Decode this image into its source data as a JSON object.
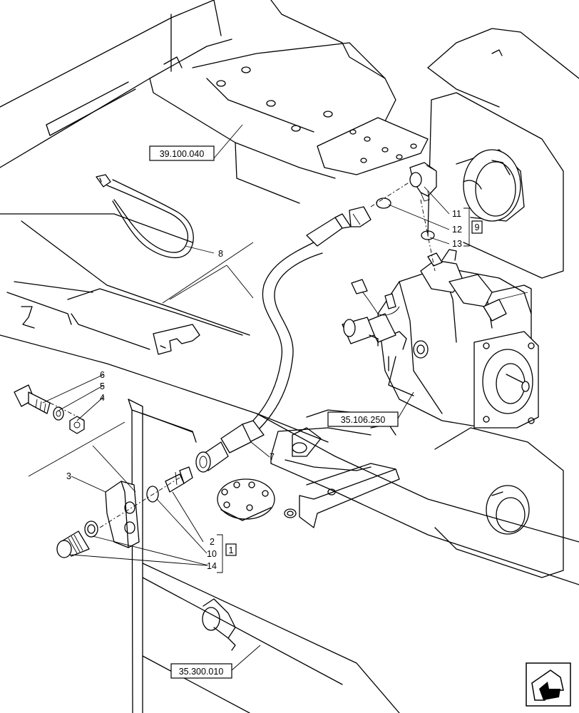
{
  "references": {
    "r1": "39.100.040",
    "r2": "35.106.250",
    "r3": "35.300.010"
  },
  "callouts": {
    "c8": "8",
    "c7": "7",
    "c6": "6",
    "c5": "5",
    "c4": "4",
    "c3": "3",
    "c2": "2",
    "c10": "10",
    "c14": "14",
    "c11": "11",
    "c12": "12",
    "c13": "13"
  },
  "groups": {
    "g1": "1",
    "g9": "9"
  },
  "icons": {
    "nav": "arrow-icon"
  }
}
